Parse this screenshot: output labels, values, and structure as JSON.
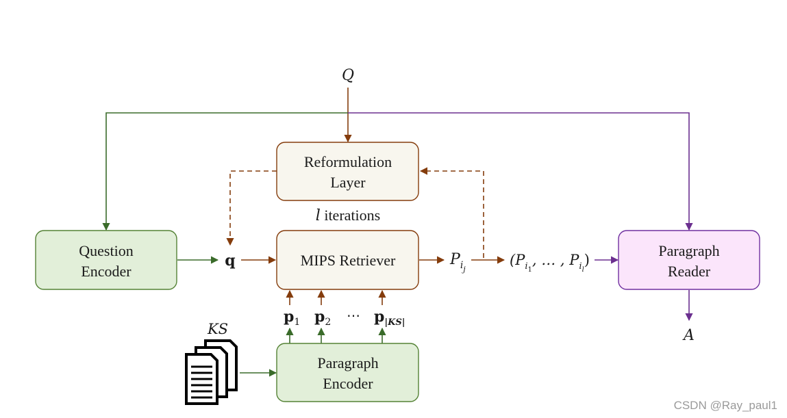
{
  "nodes": {
    "question_encoder": [
      "Question",
      "Encoder"
    ],
    "reformulation_layer": [
      "Reformulation",
      "Layer"
    ],
    "mips_retriever": [
      "MIPS Retriever"
    ],
    "paragraph_reader": [
      "Paragraph",
      "Reader"
    ],
    "paragraph_encoder": [
      "Paragraph",
      "Encoder"
    ]
  },
  "labels": {
    "query_input": "Q",
    "iterations_var": "l",
    "iterations_text": " iterations",
    "query_vector": "q",
    "retrieved_paragraph": "P",
    "retrieved_paragraph_sub": "i",
    "retrieved_paragraph_subsub": "j",
    "paragraph_set_open": "(P",
    "paragraph_set_mid": ", … , P",
    "paragraph_set_close": ")",
    "paragraph_set_sub1": "i",
    "paragraph_set_subsub1": "1",
    "paragraph_set_sub2": "i",
    "paragraph_set_subsub2": "l",
    "answer": "A",
    "knowledge_source": "KS",
    "p1": "p",
    "p1_sub": "1",
    "p2": "p",
    "p2_sub": "2",
    "ellipsis": "⋯",
    "pks": "p",
    "pks_sub": "|KS|"
  },
  "watermark": "CSDN @Ray_paul1",
  "colors": {
    "green_fill": "#e2efd9",
    "green_stroke": "#548235",
    "beige_fill": "#f8f6ee",
    "brown_stroke": "#843c0c",
    "pink_fill": "#fbe5fb",
    "purple_stroke": "#7030a0",
    "green_line": "#3a6b2a",
    "purple_line": "#6b2f8f"
  }
}
